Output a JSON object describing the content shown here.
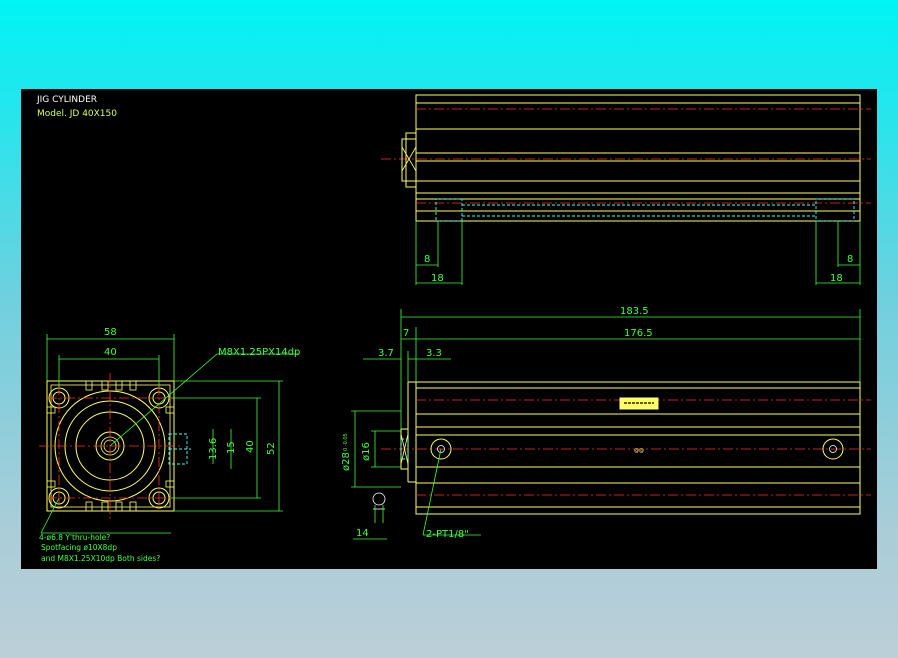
{
  "title": "JIG CYLINDER",
  "model": "Model. JD 40X150",
  "dimensions": {
    "front_width_58": "58",
    "front_width_40": "40",
    "front_height_40": "40",
    "front_height_52": "52",
    "front_15": "15",
    "front_13_6": "13.6",
    "top_8_left": "8",
    "top_18_left": "18",
    "top_8_right": "8",
    "top_18_right": "18",
    "side_183_5": "183.5",
    "side_7": "7",
    "side_176_5": "176.5",
    "side_3_7": "3.7",
    "side_3_3": "3.3",
    "side_14": "14",
    "side_dia_28": "ø28",
    "side_dia_28_tol": "0 -0.05",
    "side_dia_16": "ø16"
  },
  "callouts": {
    "thread": "M8X1.25PX14dp",
    "port": "2-PT1/8\"",
    "holes_line1": "4-ø6.8 Y'thru-hole?",
    "holes_line2": "Spotfacing  ø10X8dp",
    "holes_line3": "and M8X1.25X10dp Both sides?"
  },
  "colors": {
    "background": "#000000",
    "outline": "#ffff66",
    "dimension": "#40ff40",
    "centerline": "#ff3030",
    "hidden": "#40ffff"
  }
}
